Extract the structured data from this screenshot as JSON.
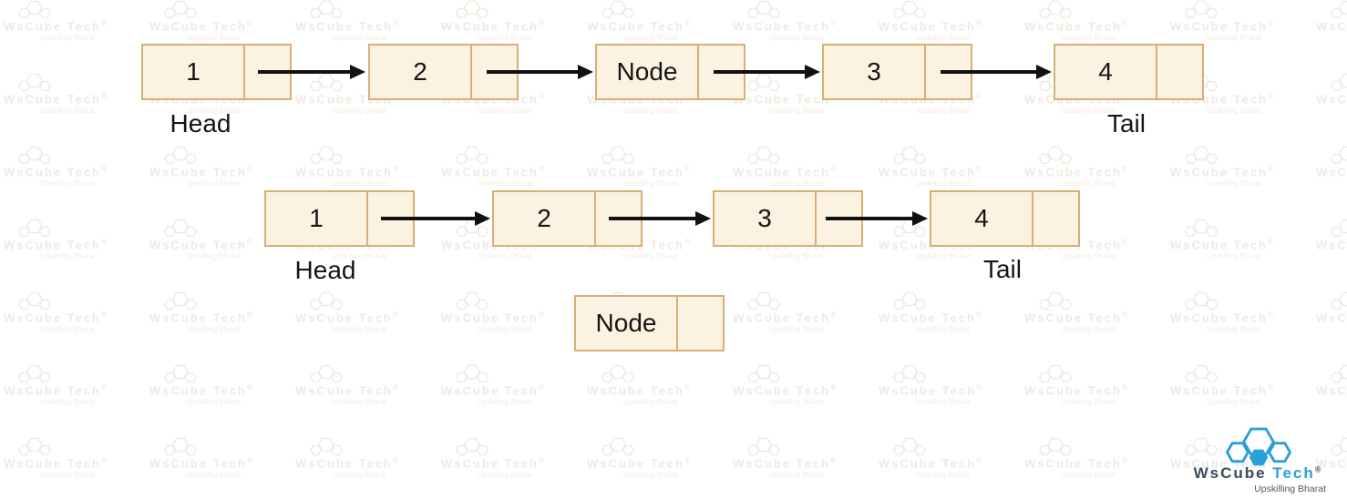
{
  "colors": {
    "node_fill": "#fcf2e2",
    "node_border": "#d7af74",
    "arrow": "#111111",
    "text": "#151515",
    "watermark": "#f0ebe3",
    "logo_blue": "#2b9fd8",
    "logo_dark": "#3c4b59",
    "logo_gray": "#585858"
  },
  "diagram": {
    "top_list": {
      "head_label": "Head",
      "tail_label": "Tail",
      "nodes": [
        "1",
        "2",
        "Node",
        "3",
        "4"
      ]
    },
    "bottom_list": {
      "head_label": "Head",
      "tail_label": "Tail",
      "nodes": [
        "1",
        "2",
        "3",
        "4"
      ]
    },
    "detached_node": {
      "label": "Node"
    }
  },
  "watermark": {
    "brand": "WsCube Tech",
    "registered": "®",
    "tagline": "Upskilling Bharat"
  },
  "logo": {
    "brand_main": "WsCube",
    "brand_accent": "Tech",
    "registered": "®",
    "tagline": "Upskilling Bharat"
  }
}
